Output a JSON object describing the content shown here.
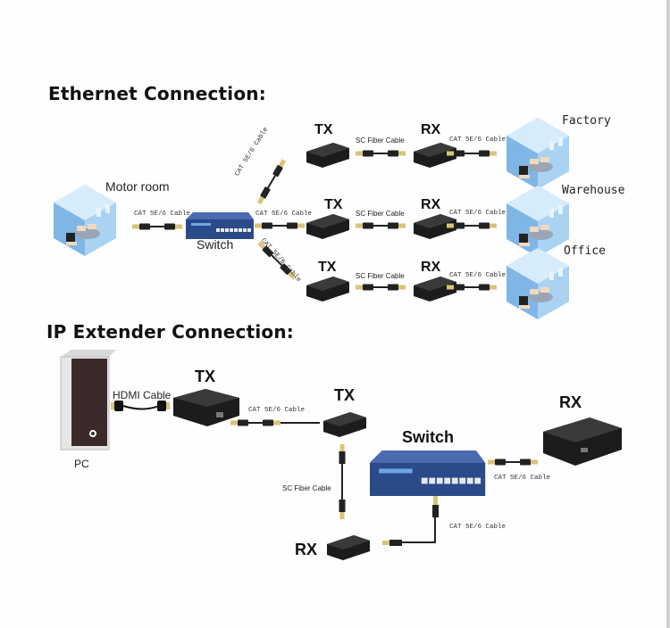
{
  "ethernet": {
    "title": "Ethernet Connection:",
    "source": "Motor room",
    "switch_label": "Switch",
    "cable_cat": "CAT 5E/6 Cable",
    "cable_fiber": "SC Fiber Cable",
    "tx": "TX",
    "rx": "RX",
    "destinations": [
      "Factory",
      "Warehouse",
      "Office"
    ]
  },
  "ip_extender": {
    "title": "IP Extender Connection:",
    "pc_label": "PC",
    "hdmi_cable": "HDMI Cable",
    "tx": "TX",
    "rx": "RX",
    "switch_label": "Switch",
    "cable_cat": "CAT 5E/6 Cable",
    "cable_fiber": "SC Fiber Cable"
  },
  "colors": {
    "room_blue": "#8fc3ec",
    "switch_blue": "#2b4a8a",
    "device_black": "#1c1c1c",
    "connector_gold": "#d9c27a"
  }
}
